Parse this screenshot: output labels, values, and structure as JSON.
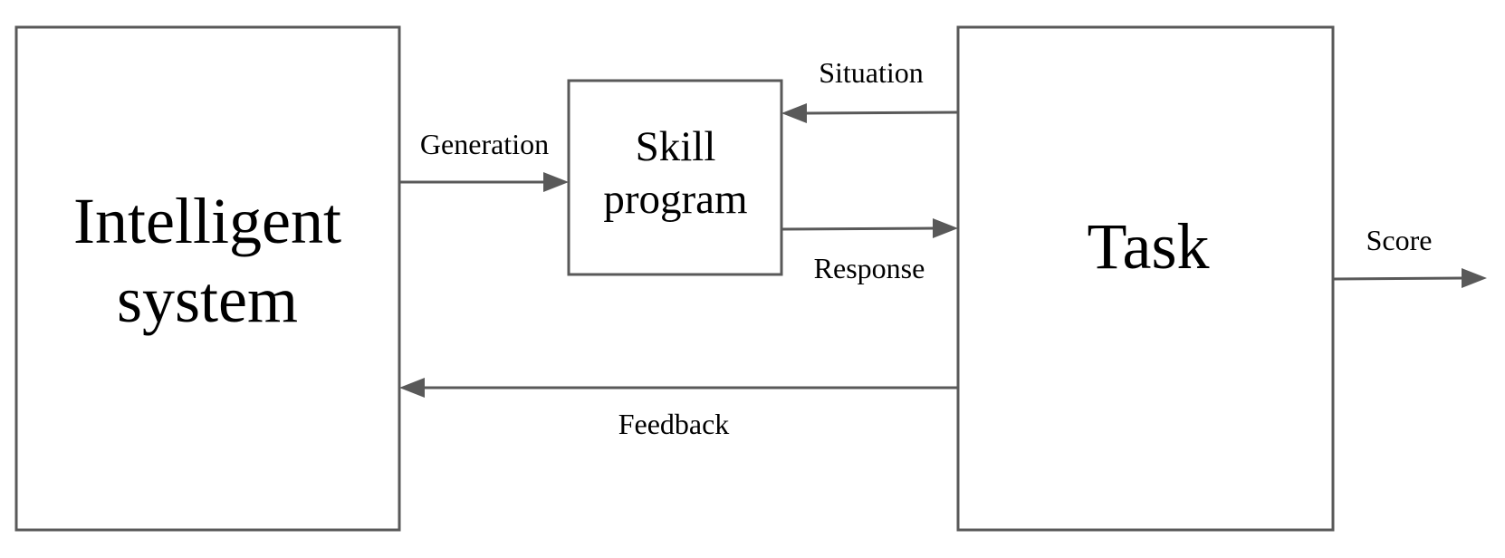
{
  "nodes": {
    "intelligent_system": {
      "lines": [
        "Intelligent",
        "system"
      ]
    },
    "skill_program": {
      "lines": [
        "Skill",
        "program"
      ]
    },
    "task": {
      "lines": [
        "Task"
      ]
    }
  },
  "edges": {
    "generation": {
      "label": "Generation",
      "from": "Intelligent system",
      "to": "Skill program"
    },
    "situation": {
      "label": "Situation",
      "from": "Task",
      "to": "Skill program"
    },
    "response": {
      "label": "Response",
      "from": "Skill program",
      "to": "Task"
    },
    "feedback": {
      "label": "Feedback",
      "from": "Task",
      "to": "Intelligent system"
    },
    "score": {
      "label": "Score",
      "from": "Task",
      "to": ""
    }
  },
  "colors": {
    "stroke": "#595959",
    "text": "#000000",
    "background": "#ffffff"
  }
}
